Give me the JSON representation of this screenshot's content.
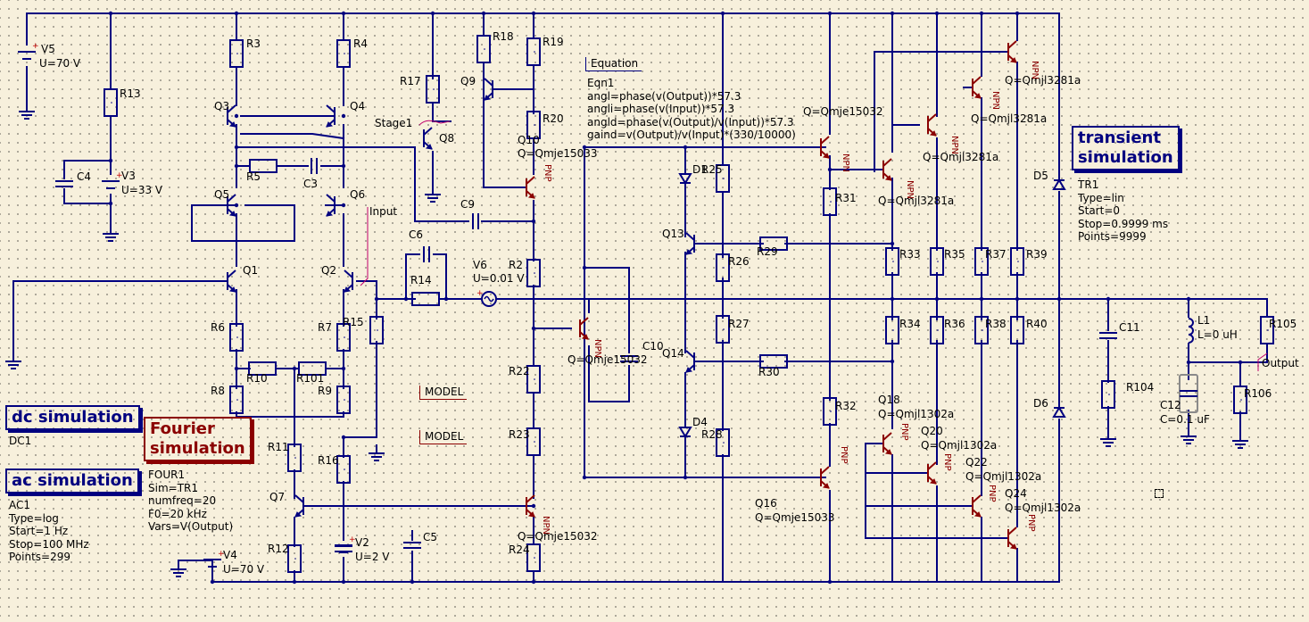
{
  "labels": {
    "v5": "V5",
    "v5_val": "U=70 V",
    "v3": "V3",
    "v3_val": "U=33 V",
    "v4": "V4",
    "v4_val": "U=70 V",
    "v2": "V2",
    "v2_val": "U=2 V",
    "v6": "V6",
    "v6_val": "U=0.01 V",
    "r3": "R3",
    "r4": "R4",
    "r13": "R13",
    "r17": "R17",
    "r18": "R18",
    "r19": "R19",
    "r20": "R20",
    "r5": "R5",
    "r6": "R6",
    "r7": "R7",
    "r8": "R8",
    "r9": "R9",
    "r10": "R10",
    "r101": "R101",
    "r11": "R11",
    "r12": "R12",
    "r14": "R14",
    "r15": "R15",
    "r16": "R16",
    "r2": "R2",
    "r22": "R22",
    "r23": "R23",
    "r24": "R24",
    "r25": "R25",
    "r26": "R26",
    "r27": "R27",
    "r28": "R28",
    "r29": "R29",
    "r30": "R30",
    "r31": "R31",
    "r32": "R32",
    "r33": "R33",
    "r34": "R34",
    "r35": "R35",
    "r36": "R36",
    "r37": "R37",
    "r38": "R38",
    "r39": "R39",
    "r40": "R40",
    "r104": "R104",
    "r105": "R105",
    "r106": "R106",
    "c3": "C3",
    "c4": "C4",
    "c5": "C5",
    "c6": "C6",
    "c9": "C9",
    "c10": "C10",
    "c11": "C11",
    "c12": "C12",
    "c12_val": "C=0.1 uF",
    "l1": "L1",
    "l1_val": "L=0 uH",
    "q1": "Q1",
    "q2": "Q2",
    "q3": "Q3",
    "q4": "Q4",
    "q5": "Q5",
    "q6": "Q6",
    "q7": "Q7",
    "q8": "Q8",
    "q9": "Q9",
    "q10": "Q10",
    "q13": "Q13",
    "q14": "Q14",
    "q16": "Q16",
    "q18": "Q18",
    "q20": "Q20",
    "q22": "Q22",
    "q24": "Q24",
    "d1": "D1",
    "d4": "D4",
    "d5": "D5",
    "d6": "D6",
    "stage1": "Stage1",
    "input": "Input",
    "output": "Output",
    "q10_model": "Q=Qmje15033",
    "q16_model": "Q=Qmje15033",
    "q_mje15032_a": "Q=Qmje15032",
    "q_mje15032_b": "Q=Qmje15032",
    "q_mje15032_c": "Q=Qmje15032",
    "q3281_a": "Q=Qmjl3281a",
    "q3281_b": "Q=Qmjl3281a",
    "q3281_c": "Q=Qmjl3281a",
    "q3281_d": "Q=Qmjl3281a",
    "q1302_a": "Q=Qmjl1302a",
    "q1302_b": "Q=Qmjl1302a",
    "q1302_c": "Q=Qmjl1302a",
    "q1302_d": "Q=Qmjl1302a",
    "npn": "NPN",
    "pnp": "PNP",
    "model": "MODEL"
  },
  "equation": {
    "header": "Equation",
    "lines": [
      "Eqn1",
      "angl=phase(v(Output))*57.3",
      "angli=phase(v(Input))*57.3",
      "angld=phase(v(Output)/v(Input))*57.3",
      "gaind=v(Output)/v(Input)*(330/10000)"
    ]
  },
  "simulations": {
    "dc": {
      "title": "dc simulation",
      "lines": [
        "DC1"
      ]
    },
    "ac": {
      "title": "ac simulation",
      "lines": [
        "AC1",
        "Type=log",
        "Start=1 Hz",
        "Stop=100 MHz",
        "Points=299"
      ]
    },
    "fourier": {
      "title_1": "Fourier",
      "title_2": "simulation",
      "lines": [
        "FOUR1",
        "Sim=TR1",
        "numfreq=20",
        "F0=20 kHz",
        "Vars=V(Output)"
      ]
    },
    "transient": {
      "title_1": "transient",
      "title_2": "simulation",
      "lines": [
        "TR1",
        "Type=lin",
        "Start=0",
        "Stop=0.9999 ms",
        "Points=9999"
      ]
    }
  },
  "colors": {
    "background": "#f7f0dc",
    "grid_dot": "#9a968a",
    "wire": "#000080",
    "component": "#000080",
    "transistor": "#8b0000",
    "wire_label": "#c0006c"
  }
}
